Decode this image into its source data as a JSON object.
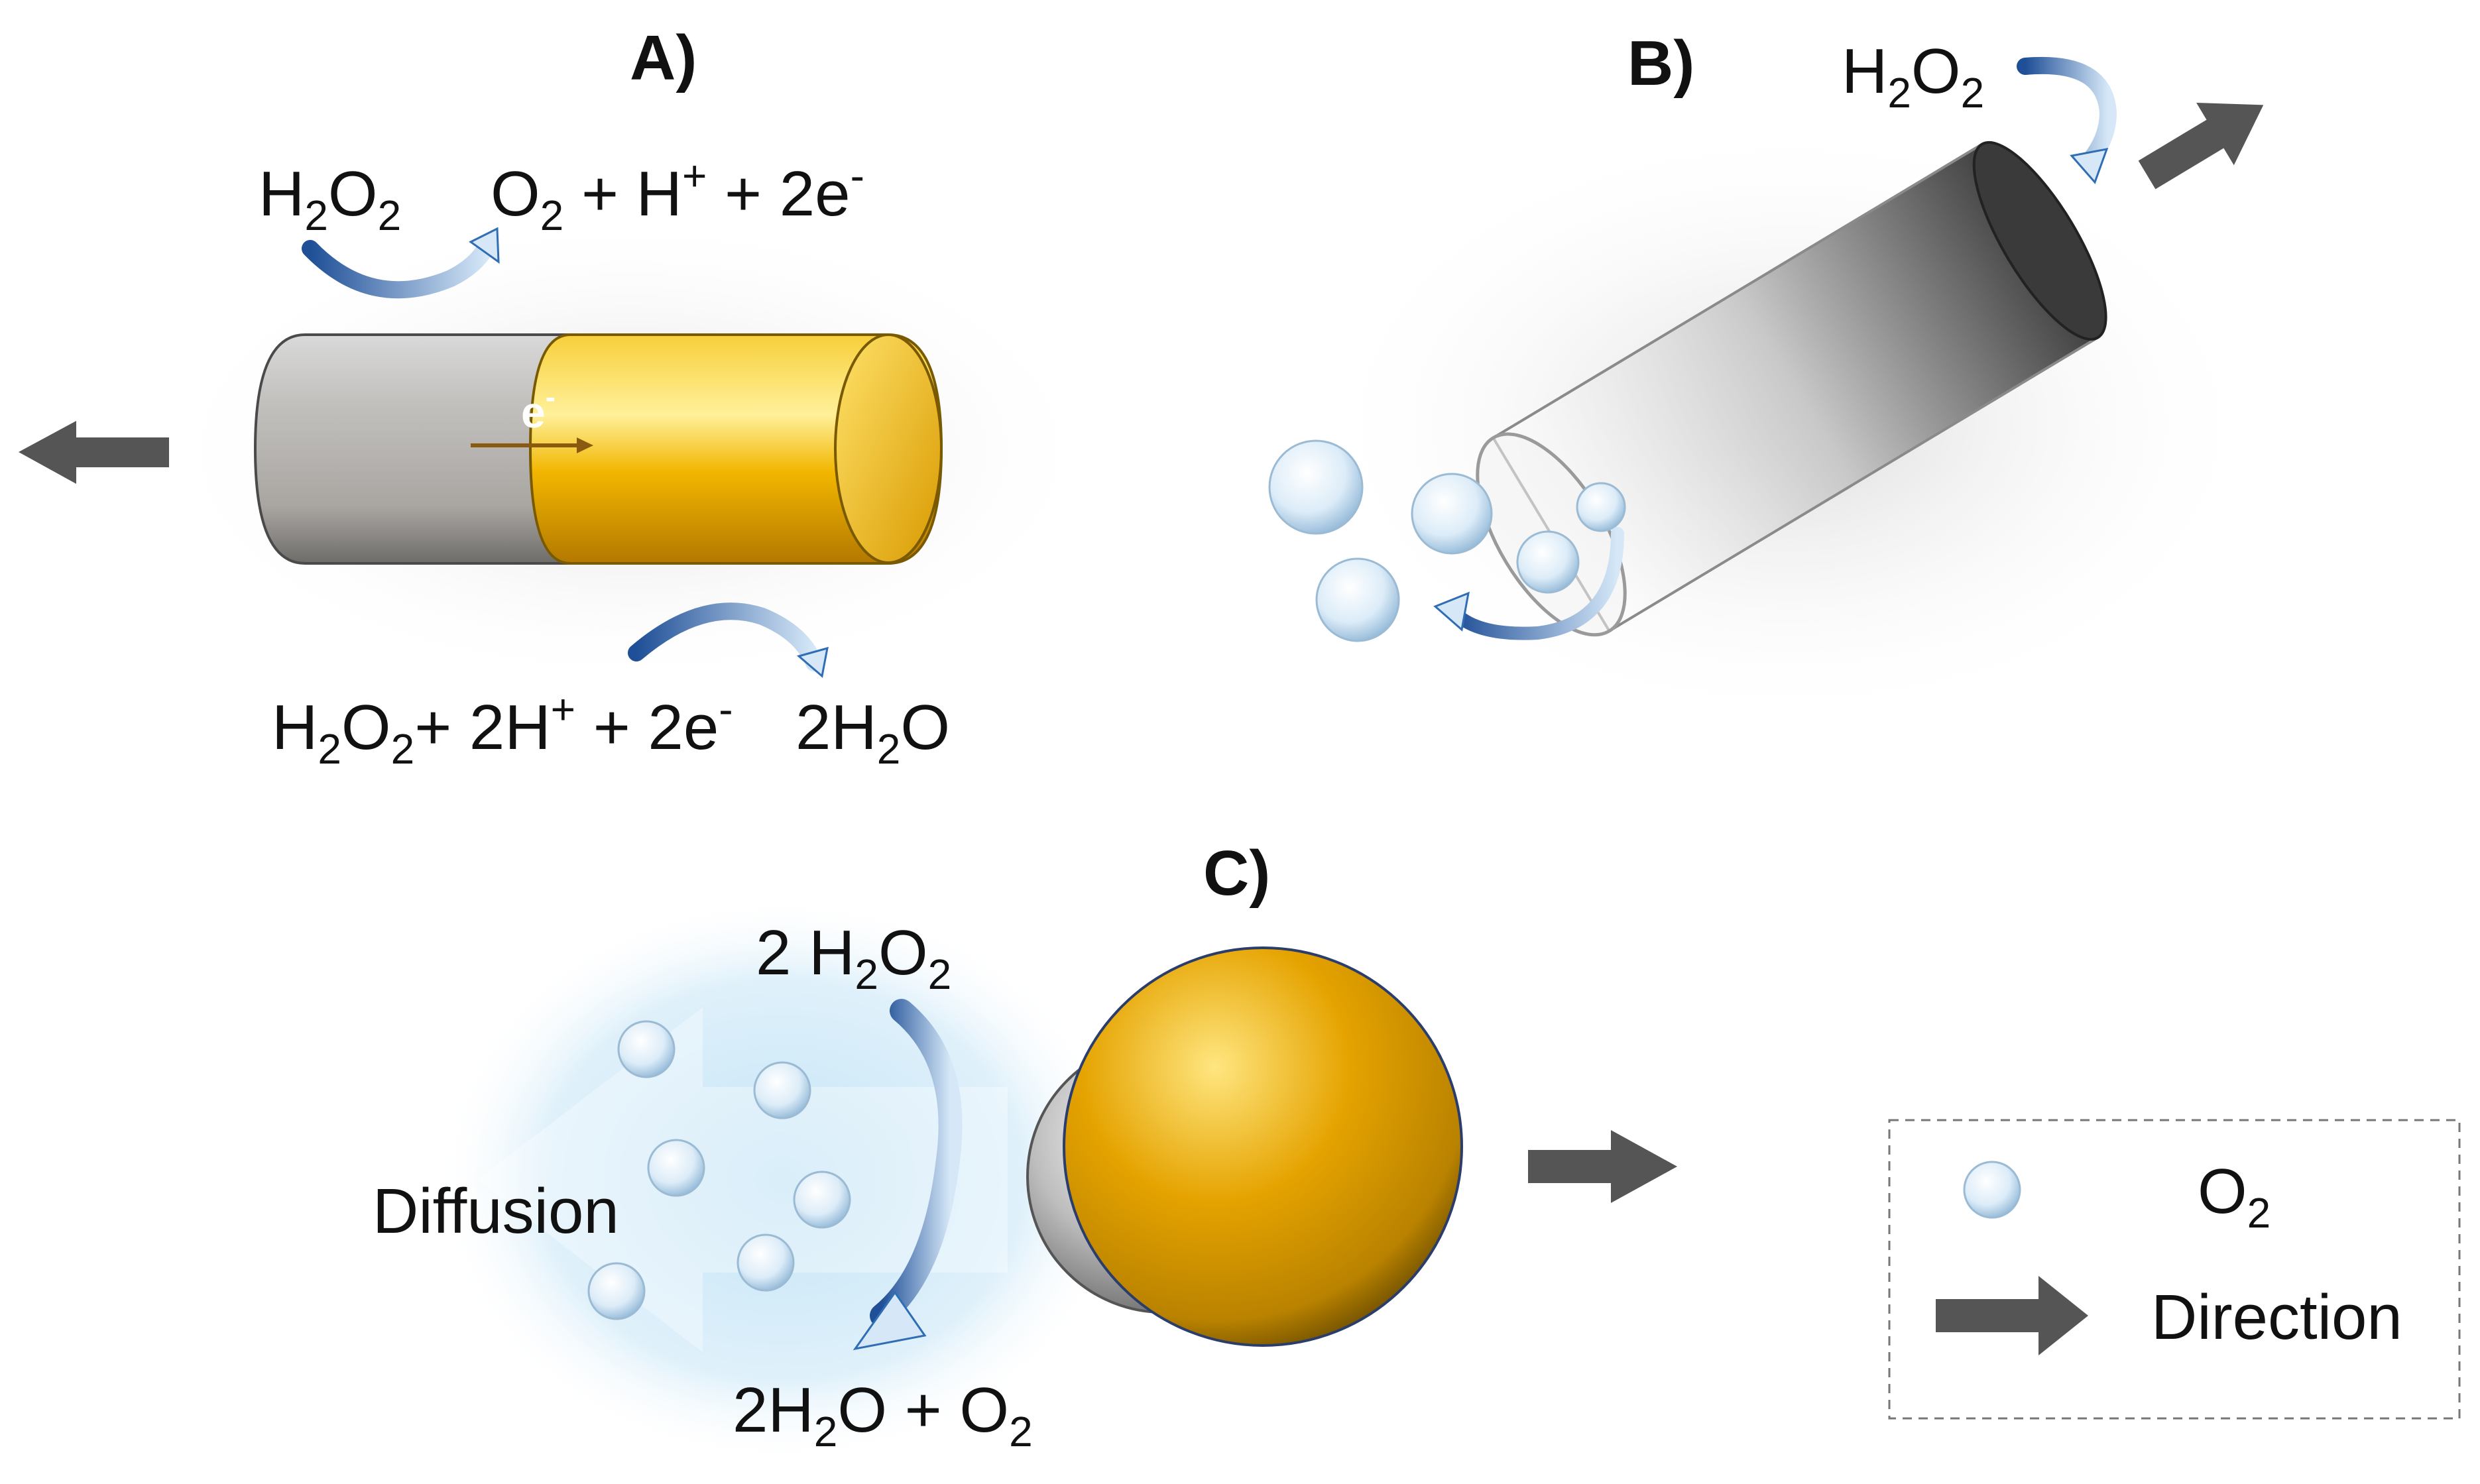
{
  "colors": {
    "gold": "#e6a400",
    "silver": "#a8a8a8",
    "arrow_blue": "#2f6db5",
    "direction_arrow": "#555555",
    "bubble": "#cfe6f7",
    "diffusion_glow": "#9fd0ee"
  },
  "panels": {
    "a": {
      "title": "A)",
      "reaction_top_left": [
        "H",
        "2",
        "O",
        "2"
      ],
      "reaction_top_right": [
        "O",
        "2",
        " + H",
        "+",
        " + 2e",
        "-"
      ],
      "electron": [
        "e",
        "-"
      ],
      "reaction_bottom_left": [
        "H",
        "2",
        "O",
        "2",
        "+ 2H",
        "+",
        " + 2e",
        "-"
      ],
      "reaction_bottom_right": [
        "2H",
        "2",
        "O"
      ]
    },
    "b": {
      "title": "B)",
      "reactant": [
        "H",
        "2",
        "O",
        "2"
      ]
    },
    "c": {
      "title": "C)",
      "reactant": [
        "2 H",
        "2",
        "O",
        "2"
      ],
      "product": [
        "2H",
        "2",
        "O + O",
        "2"
      ],
      "diffusion": "Diffusion"
    }
  },
  "legend": {
    "o2": [
      "O",
      "2"
    ],
    "direction": "Direction",
    "icons": [
      "o2-bubble-icon",
      "direction-arrow-icon"
    ]
  }
}
